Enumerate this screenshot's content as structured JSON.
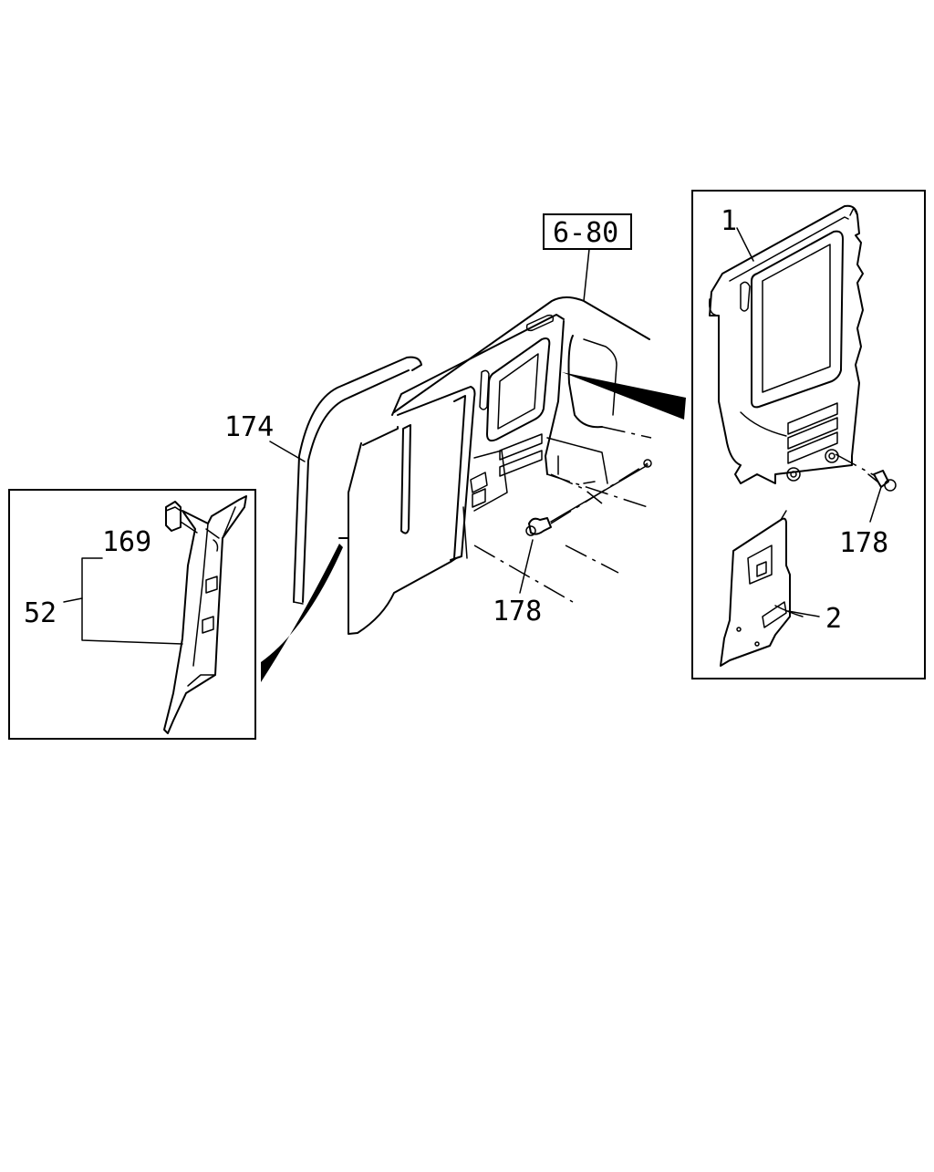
{
  "reference_box": {
    "text": "6-80"
  },
  "callouts": {
    "c1": "1",
    "c2": "2",
    "c52": "52",
    "c169": "169",
    "c174": "174",
    "c178_center": "178",
    "c178_right": "178"
  },
  "colors": {
    "ink": "#000000",
    "paper": "#ffffff"
  }
}
